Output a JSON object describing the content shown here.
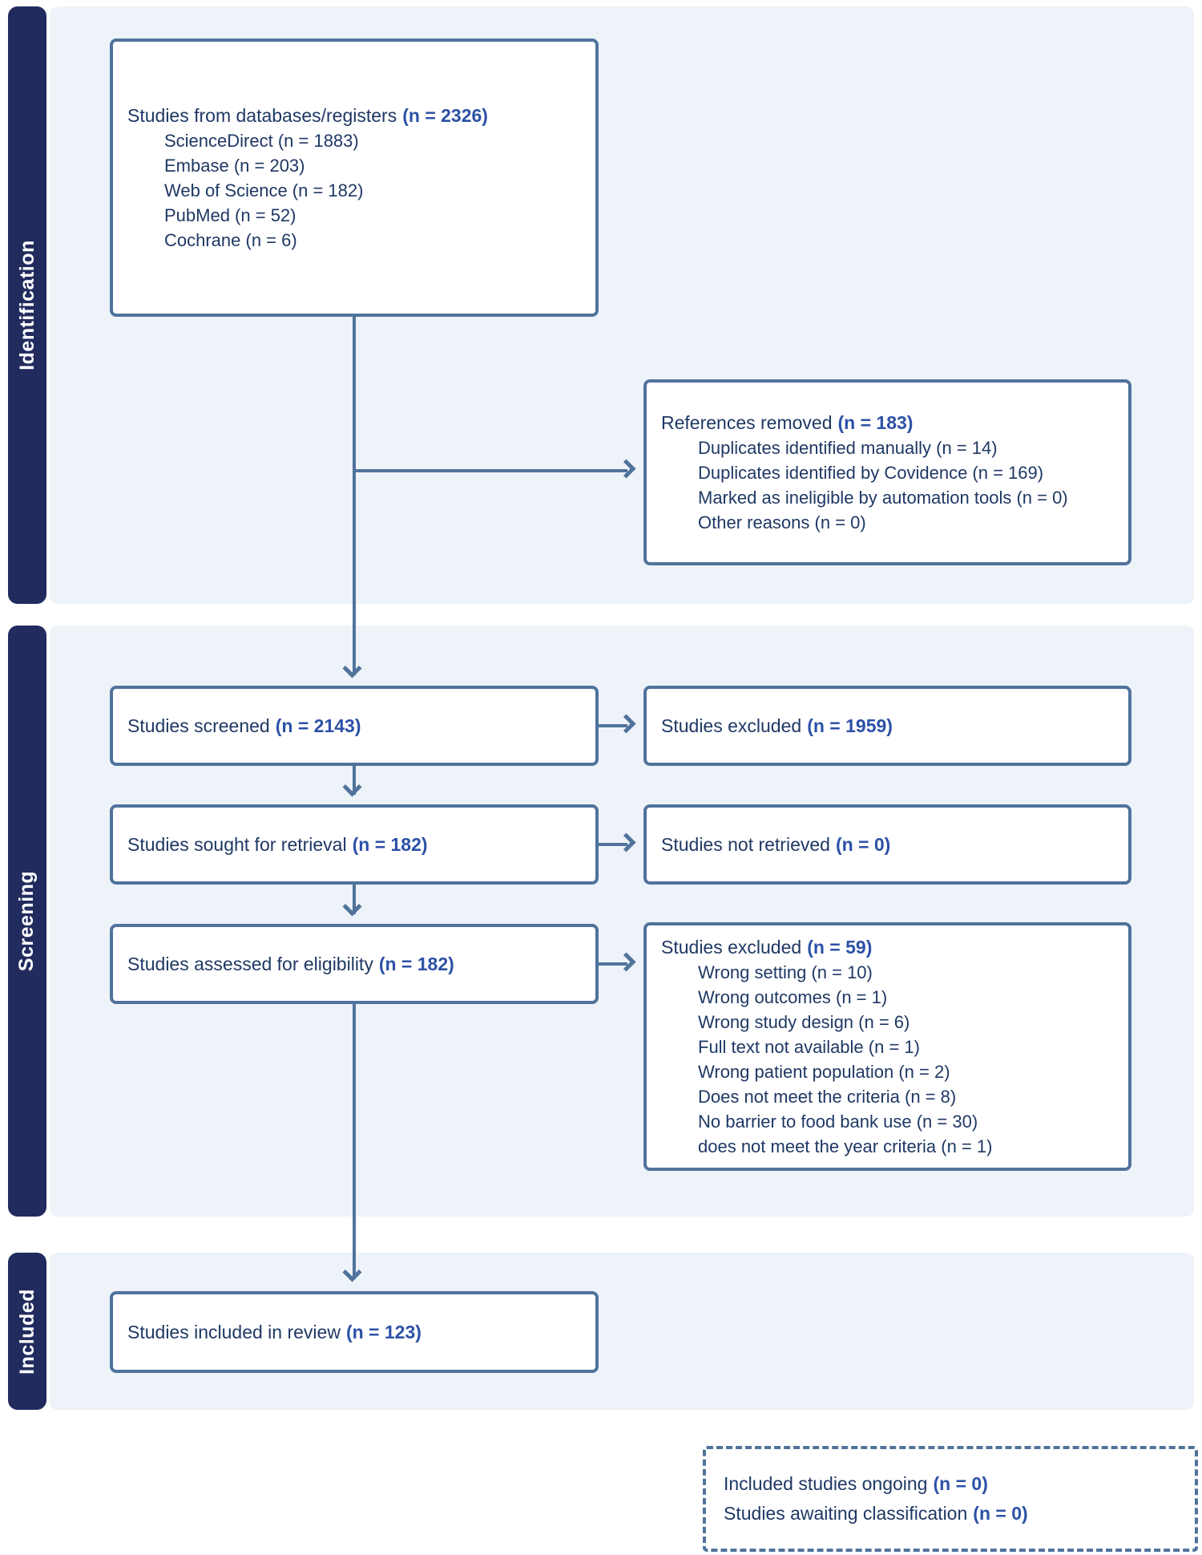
{
  "colors": {
    "navy": "#212b5e",
    "panel": "#eef3f9",
    "line": "#50739c",
    "ink": "#1f3864",
    "accent": "#2c51a6",
    "boxbg": "#ffffff"
  },
  "sidebar": {
    "identification": "Identification",
    "screening": "Screening",
    "included": "Included"
  },
  "boxes": {
    "databases": {
      "title": "Studies from databases/registers",
      "n": "(n = 2326)",
      "items": [
        "ScienceDirect (n = 1883)",
        "Embase (n = 203)",
        "Web of Science (n = 182)",
        "PubMed (n = 52)",
        "Cochrane (n = 6)"
      ]
    },
    "references_removed": {
      "title": "References removed",
      "n": "(n = 183)",
      "items": [
        "Duplicates identified manually (n = 14)",
        "Duplicates identified by Covidence (n = 169)",
        "Marked as ineligible by automation tools (n = 0)",
        "Other reasons (n = 0)"
      ]
    },
    "screened": {
      "title": "Studies screened",
      "n": "(n = 2143)"
    },
    "excluded_screening": {
      "title": "Studies excluded",
      "n": "(n = 1959)"
    },
    "sought": {
      "title": "Studies sought for retrieval",
      "n": "(n = 182)"
    },
    "not_retrieved": {
      "title": "Studies not retrieved",
      "n": "(n = 0)"
    },
    "assessed": {
      "title": "Studies assessed for eligibility",
      "n": "(n = 182)"
    },
    "excluded_eligibility": {
      "title": "Studies excluded",
      "n": "(n = 59)",
      "items": [
        "Wrong setting (n = 10)",
        "Wrong outcomes (n = 1)",
        "Wrong study design (n = 6)",
        "Full text not available (n = 1)",
        "Wrong patient population (n = 2)",
        "Does not meet the criteria (n = 8)",
        "No barrier to food bank use (n = 30)",
        "does not meet the year criteria (n = 1)"
      ]
    },
    "included_review": {
      "title": "Studies included in review",
      "n": "(n = 123)"
    },
    "awaiting": {
      "line1": "Included studies ongoing",
      "line1_n": "(n = 0)",
      "line2": "Studies awaiting classification",
      "line2_n": "(n = 0)"
    }
  }
}
